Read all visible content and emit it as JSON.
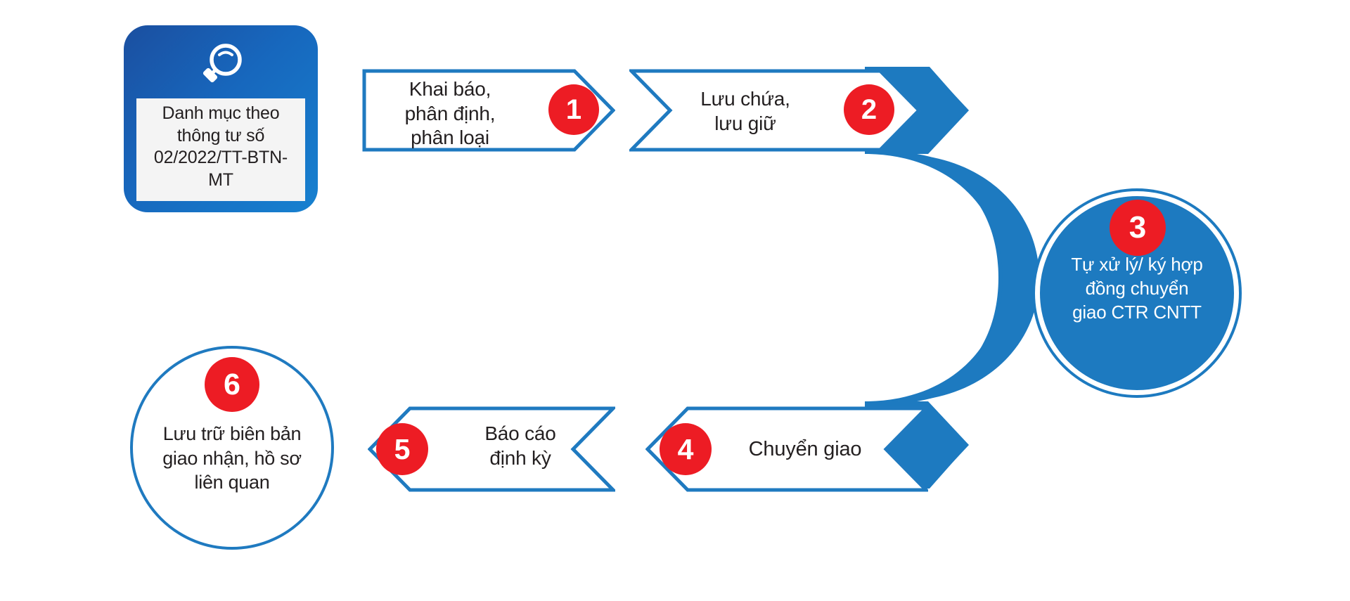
{
  "diagram": {
    "title": "Quy trinh quan ly chat thai",
    "colors": {
      "accent_blue": "#1f7ac0",
      "deep_blue": "#1b4fa0",
      "badge_red": "#ed1c24",
      "arc_blue": "#1d7ac0",
      "text_dark": "#231f20",
      "panel_gray": "#f4f4f4"
    }
  },
  "catalog": {
    "icon": "magnifier-icon",
    "text": "Danh mục theo\nthông tư số\n02/2022/TT-BTN-\nMT"
  },
  "steps": [
    {
      "number": "1",
      "label": "Khai báo,\nphân định,\nphân loại",
      "shape": "chevron-right",
      "badge_side": "right"
    },
    {
      "number": "2",
      "label": "Lưu chứa,\nlưu giữ",
      "shape": "chevron-right",
      "badge_side": "right"
    },
    {
      "number": "3",
      "label": "Tự xử lý/ ký hợp\nđồng chuyển\ngiao CTR CNTT",
      "shape": "circle-filled",
      "badge_side": "top"
    },
    {
      "number": "4",
      "label": "Chuyển giao",
      "shape": "chevron-left",
      "badge_side": "left"
    },
    {
      "number": "5",
      "label": "Báo cáo\nđịnh kỳ",
      "shape": "chevron-left",
      "badge_side": "left"
    },
    {
      "number": "6",
      "label": "Lưu trữ biên bản\ngiao nhận, hồ sơ\nliên quan",
      "shape": "circle-outline",
      "badge_side": "top"
    }
  ]
}
